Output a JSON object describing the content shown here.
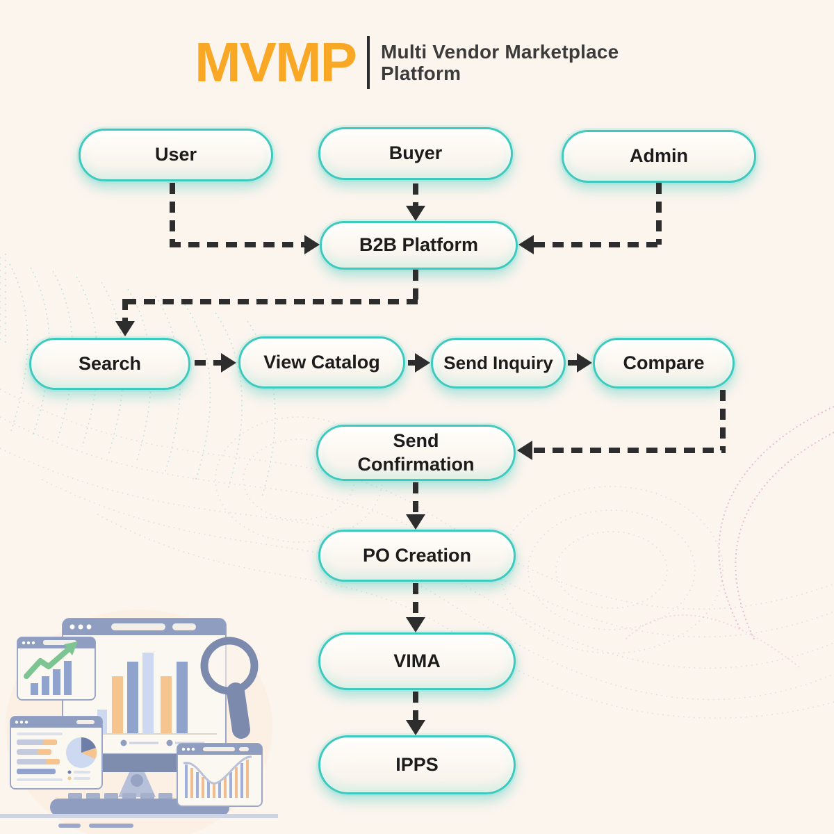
{
  "logo": {
    "abbr": "MVMP",
    "title_line1": "Multi Vendor Marketplace",
    "title_line2": "Platform",
    "accent_color": "#f9a825",
    "text_color": "#3b3b3b"
  },
  "flowchart": {
    "node_border_color": "#3ec9be",
    "node_fill_color": "#fbf7f0",
    "arrow_color": "#2d2d2d",
    "arrow_style": "dashed",
    "nodes": [
      {
        "id": "user",
        "label": "User"
      },
      {
        "id": "buyer",
        "label": "Buyer"
      },
      {
        "id": "admin",
        "label": "Admin"
      },
      {
        "id": "b2b-platform",
        "label": "B2B Platform"
      },
      {
        "id": "search",
        "label": "Search"
      },
      {
        "id": "view-catalog",
        "label": "View Catalog"
      },
      {
        "id": "send-inquiry",
        "label": "Send Inquiry"
      },
      {
        "id": "compare",
        "label": "Compare"
      },
      {
        "id": "send-confirmation",
        "label": "Send Confirmation"
      },
      {
        "id": "po-creation",
        "label": "PO Creation"
      },
      {
        "id": "vima",
        "label": "VIMA"
      },
      {
        "id": "ipps",
        "label": "IPPS"
      }
    ],
    "edges": [
      {
        "from": "user",
        "to": "b2b-platform"
      },
      {
        "from": "buyer",
        "to": "b2b-platform"
      },
      {
        "from": "admin",
        "to": "b2b-platform"
      },
      {
        "from": "b2b-platform",
        "to": "search"
      },
      {
        "from": "search",
        "to": "view-catalog"
      },
      {
        "from": "view-catalog",
        "to": "send-inquiry"
      },
      {
        "from": "send-inquiry",
        "to": "compare"
      },
      {
        "from": "compare",
        "to": "send-confirmation"
      },
      {
        "from": "send-confirmation",
        "to": "po-creation"
      },
      {
        "from": "po-creation",
        "to": "vima"
      },
      {
        "from": "vima",
        "to": "ipps"
      }
    ]
  },
  "decor": {
    "background_color": "#fcf5ee",
    "wave_teal": "#4cc6b8",
    "wave_pink": "#d886b0",
    "wave_gray": "#b9b3c6",
    "illustration": "analytics-dashboard-monitors-with-magnifier"
  }
}
